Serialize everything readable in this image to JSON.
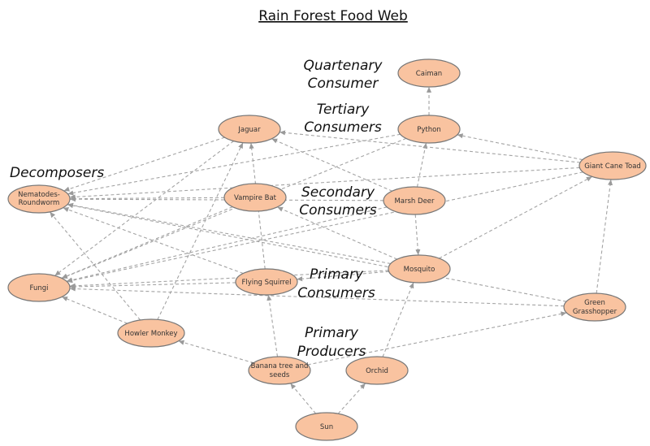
{
  "title": "Rain Forest Food Web",
  "levels": {
    "quaternary": [
      "Quartenary",
      "Consumer"
    ],
    "tertiary": [
      "Tertiary",
      "Consumers"
    ],
    "decomposers": [
      "Decomposers"
    ],
    "secondary": [
      "Secondary",
      "Consumers"
    ],
    "primary_consumers": [
      "Primary",
      "Consumers"
    ],
    "producers": [
      "Primary",
      "Producers"
    ]
  },
  "nodes": {
    "caiman": [
      "Caiman"
    ],
    "jaguar": [
      "Jaguar"
    ],
    "python": [
      "Python"
    ],
    "toad": [
      "Giant Cane Toad"
    ],
    "nematodes": [
      "Nematodes-",
      "Roundworm"
    ],
    "vampire_bat": [
      "Vampire Bat"
    ],
    "marsh_deer": [
      "Marsh Deer"
    ],
    "mosquito": [
      "Mosquito"
    ],
    "fungi": [
      "Fungi"
    ],
    "flying_squirrel": [
      "Flying Squirrel"
    ],
    "grasshopper": [
      "Green",
      "Grasshopper"
    ],
    "howler_monkey": [
      "Howler Monkey"
    ],
    "banana": [
      "Banana tree and",
      "seeds"
    ],
    "orchid": [
      "Orchid"
    ],
    "sun": [
      "Sun"
    ]
  },
  "edges": [
    [
      "sun",
      "banana"
    ],
    [
      "sun",
      "orchid"
    ],
    [
      "banana",
      "howler_monkey"
    ],
    [
      "banana",
      "flying_squirrel"
    ],
    [
      "banana",
      "grasshopper"
    ],
    [
      "orchid",
      "mosquito"
    ],
    [
      "howler_monkey",
      "jaguar"
    ],
    [
      "howler_monkey",
      "fungi"
    ],
    [
      "howler_monkey",
      "nematodes"
    ],
    [
      "flying_squirrel",
      "jaguar"
    ],
    [
      "flying_squirrel",
      "fungi"
    ],
    [
      "flying_squirrel",
      "nematodes"
    ],
    [
      "grasshopper",
      "toad"
    ],
    [
      "grasshopper",
      "fungi"
    ],
    [
      "grasshopper",
      "nematodes"
    ],
    [
      "mosquito",
      "toad"
    ],
    [
      "mosquito",
      "vampire_bat"
    ],
    [
      "mosquito",
      "fungi"
    ],
    [
      "mosquito",
      "nematodes"
    ],
    [
      "mosquito",
      "flying_squirrel"
    ],
    [
      "marsh_deer",
      "python"
    ],
    [
      "marsh_deer",
      "jaguar"
    ],
    [
      "marsh_deer",
      "mosquito"
    ],
    [
      "marsh_deer",
      "fungi"
    ],
    [
      "marsh_deer",
      "nematodes"
    ],
    [
      "vampire_bat",
      "fungi"
    ],
    [
      "vampire_bat",
      "nematodes"
    ],
    [
      "toad",
      "python"
    ],
    [
      "toad",
      "jaguar"
    ],
    [
      "toad",
      "nematodes"
    ],
    [
      "toad",
      "fungi"
    ],
    [
      "python",
      "caiman"
    ],
    [
      "python",
      "nematodes"
    ],
    [
      "python",
      "fungi"
    ],
    [
      "jaguar",
      "nematodes"
    ],
    [
      "jaguar",
      "fungi"
    ]
  ]
}
